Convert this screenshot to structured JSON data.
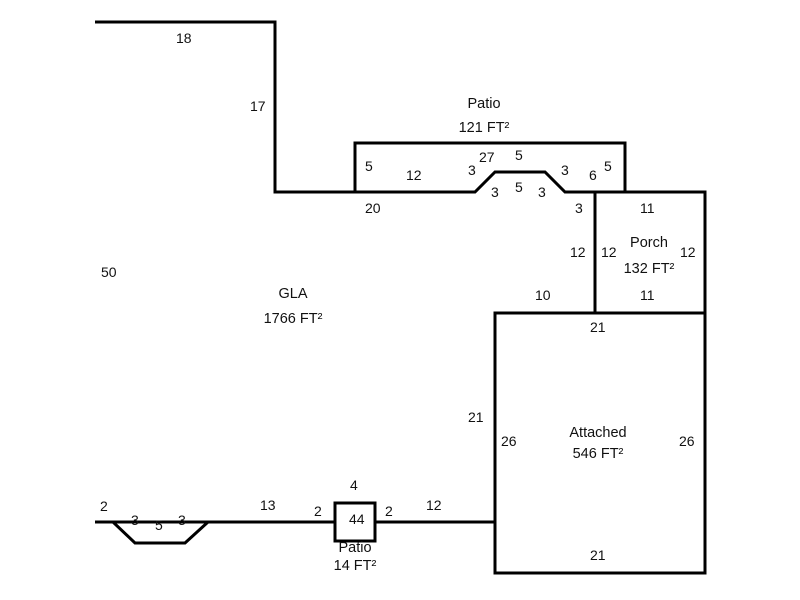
{
  "diagram": {
    "type": "floor-plan-sketch",
    "line_color": "#000000",
    "background": "#ffffff",
    "areas": [
      {
        "id": "gla",
        "name": "GLA",
        "size": "1766 FT²"
      },
      {
        "id": "patio-upper",
        "name": "Patio",
        "size": "121 FT²"
      },
      {
        "id": "porch",
        "name": "Porch",
        "size": "132 FT²"
      },
      {
        "id": "attached",
        "name": "Attached",
        "size": "546 FT²"
      },
      {
        "id": "patio-lower",
        "name": "Patio",
        "size": "14 FT²"
      }
    ],
    "dimensions": {
      "gla_top": "18",
      "gla_upper_right": "17",
      "gla_left": "50",
      "gla_mid_top": "20",
      "gla_bump_left_diag": "3",
      "gla_bump_top": "5",
      "gla_bump_right_diag": "3",
      "gla_right_upper": "3",
      "gla_right_mid": "12",
      "gla_step": "10",
      "gla_right_lower": "21",
      "gla_bottom_right": "12",
      "gla_bottom_patio_right": "2",
      "gla_bottom_patio_left": "2",
      "gla_bottom_mid": "13",
      "gla_lower_bump_right_diag": "3",
      "gla_lower_bump_bottom": "5",
      "gla_lower_bump_left_diag": "3",
      "gla_bottom_left": "2",
      "patio_left": "5",
      "patio_bottom_left": "12",
      "patio_bump_left_diag": "3",
      "patio_top": "27",
      "patio_bump_top": "5",
      "patio_bump_right_diag": "3",
      "patio_bottom_right": "6",
      "patio_right": "5",
      "porch_top": "11",
      "porch_left": "12",
      "porch_right": "12",
      "porch_bottom": "11",
      "attached_top": "21",
      "attached_left": "26",
      "attached_right": "26",
      "attached_bottom": "21",
      "small_patio_top": "4",
      "small_patio_inner": "44"
    }
  }
}
